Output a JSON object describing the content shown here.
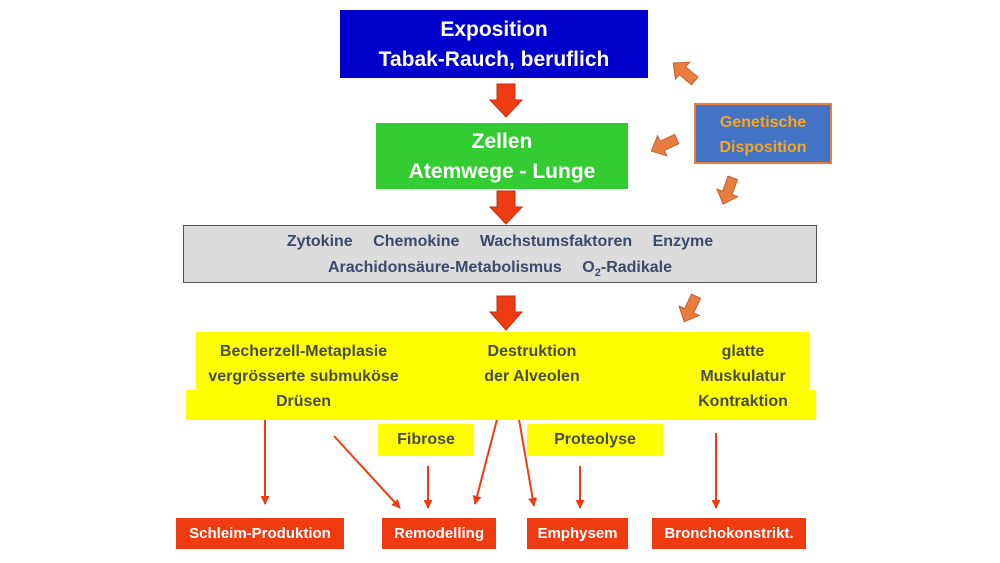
{
  "exposition": {
    "line1": "Exposition",
    "line2": "Tabak-Rauch, beruflich"
  },
  "zellen": {
    "line1": "Zellen",
    "line2": "Atemwege - Lunge"
  },
  "genetic": {
    "line1": "Genetische",
    "line2": "Disposition"
  },
  "mediators": {
    "items": [
      "Zytokine",
      "Chemokine",
      "Wachstumsfaktoren",
      "Enzyme"
    ],
    "line2_a": "Arachidonsäure-Metabolismus",
    "o2_prefix": "O",
    "o2_sub": "2",
    "o2_suffix": "-Radikale"
  },
  "effects": {
    "col1": [
      "Becherzell-Metaplasie",
      "vergrösserte submuköse",
      "Drüsen"
    ],
    "col2": [
      "Destruktion",
      "der Alveolen"
    ],
    "col3": [
      "glatte",
      "Muskulatur",
      "Kontraktion"
    ]
  },
  "mechanisms": {
    "fibrose": "Fibrose",
    "proteolyse": "Proteolyse"
  },
  "outcomes": [
    "Schleim-Produktion",
    "Remodelling",
    "Emphysem",
    "Bronchokonstrikt."
  ],
  "colors": {
    "exposition": "#0000cc",
    "zellen": "#33cc33",
    "genetic": "#4472c4",
    "mediators": "#dcdcdc",
    "effects": "#ffff00",
    "outcomes": "#ee3b12",
    "main_arrow": "#ee3b12",
    "side_arrow": "#e87d3e"
  }
}
